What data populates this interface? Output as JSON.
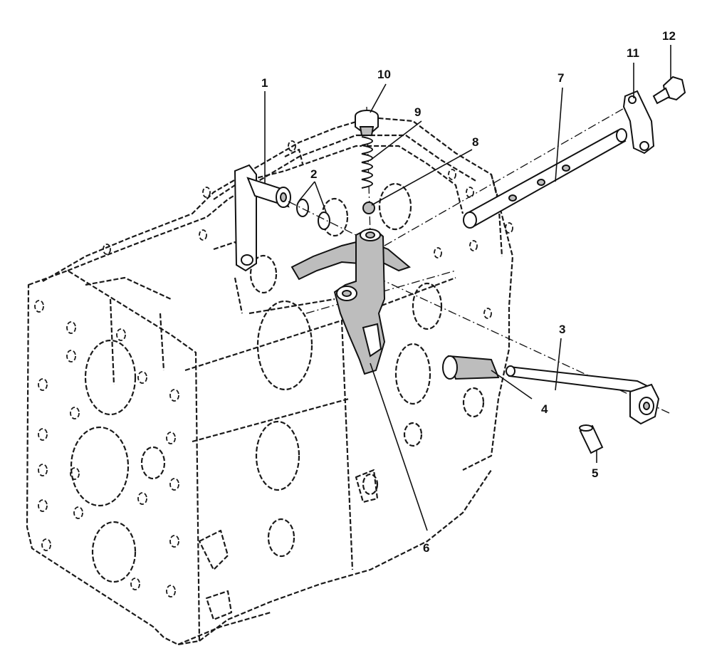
{
  "diagram": {
    "callouts": [
      "1",
      "2",
      "3",
      "4",
      "5",
      "6",
      "7",
      "8",
      "9",
      "10",
      "11",
      "12"
    ]
  }
}
